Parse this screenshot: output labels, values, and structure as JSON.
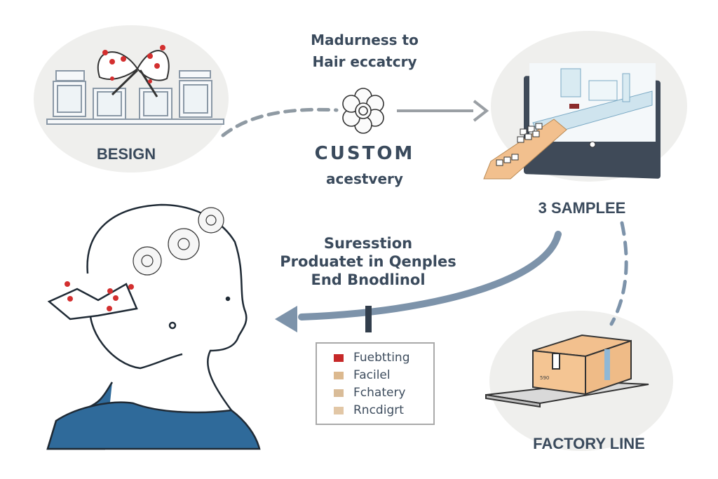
{
  "diagram": {
    "top_caption": {
      "line1": "Madurness to",
      "line2": "Hair eccatcry"
    },
    "center": {
      "title": "CUSTOM",
      "subtitle": "acestvery",
      "icon": "flower-brooch-icon"
    },
    "stages": [
      {
        "id": "design",
        "label": "BESIGN",
        "icon": "bow-with-frames-icon"
      },
      {
        "id": "sample",
        "label": "3 SAMPLEE",
        "icon": "computer-monitor-icon"
      },
      {
        "id": "factory",
        "label": "FACTORY LINE",
        "icon": "cardboard-box-icon",
        "box_marking": "590"
      },
      {
        "id": "customer",
        "label": "",
        "icon": "woman-with-hair-accessory-icon"
      }
    ],
    "return_caption": {
      "line1": "Suresstion",
      "line2": "Produatet in Qenples",
      "line3": "End Bnodlinol"
    },
    "legend": [
      {
        "label": "Fuebtting",
        "color": "#c62828"
      },
      {
        "label": "Facilel",
        "color": "#dcb98f"
      },
      {
        "label": "Fchatery",
        "color": "#d9bc98"
      },
      {
        "label": "Rncdigrt",
        "color": "#e2c7a6"
      }
    ],
    "colors": {
      "text": "#3a4a5c",
      "arrow": "#7d93aa",
      "dashed": "#8f9aa3",
      "oval": "#efefed",
      "box": "#f2c08e",
      "dress": "#2f6a9a",
      "accent_red": "#d32f2f"
    }
  }
}
